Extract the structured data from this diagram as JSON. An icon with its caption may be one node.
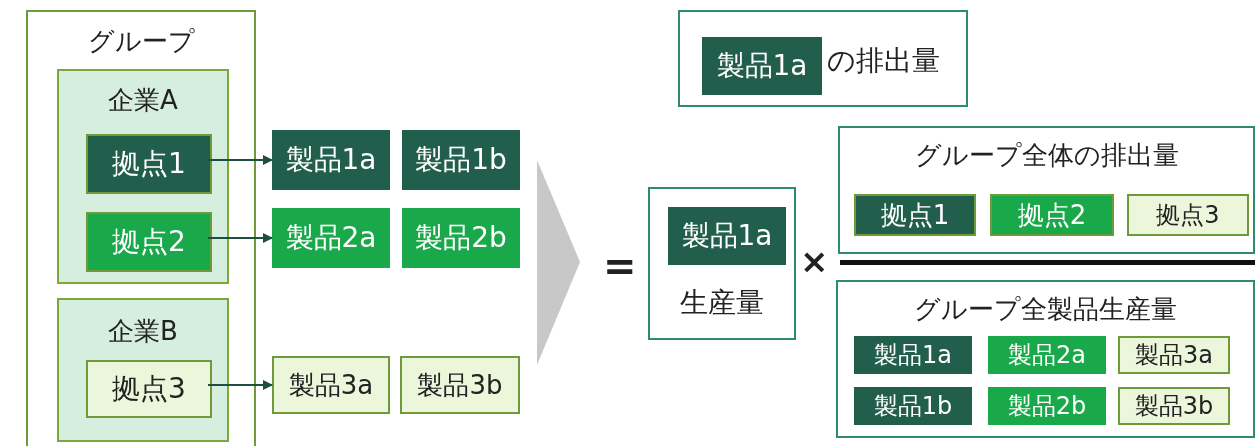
{
  "diagram": {
    "nodes": [
      {
        "text": [
          "グループ"
        ]
      },
      {
        "text": [
          "企業A"
        ],
        "in": 0
      },
      {
        "text": [
          "拠点1"
        ],
        "in": 1
      },
      {
        "text": [
          "拠点2"
        ],
        "in": 1
      },
      {
        "text": [
          "企業B"
        ],
        "in": 0
      },
      {
        "text": [
          "拠点3"
        ],
        "in": 4
      },
      {
        "text": [
          "製品1a"
        ]
      },
      {
        "text": [
          "製品1b"
        ]
      },
      {
        "text": [
          "製品2a"
        ]
      },
      {
        "text": [
          "製品2b"
        ]
      },
      {
        "text": [
          "製品3a"
        ]
      },
      {
        "text": [
          "製品3b"
        ]
      },
      {
        "text": [
          "の排出量"
        ]
      },
      {
        "text": [
          "製品1a"
        ],
        "in": 12
      },
      {
        "text": [
          "生産量"
        ]
      },
      {
        "text": [
          "製品1a"
        ],
        "in": 14
      },
      {
        "text": [
          "グループ全体の排出量"
        ]
      },
      {
        "text": [
          "拠点1"
        ],
        "in": 16
      },
      {
        "text": [
          "拠点2"
        ],
        "in": 16
      },
      {
        "text": [
          "拠点3"
        ],
        "in": 16
      },
      {
        "text": [
          "グループ全製品生産量"
        ]
      },
      {
        "text": [
          "製品1a"
        ],
        "in": 20
      },
      {
        "text": [
          "製品2a"
        ],
        "in": 20
      },
      {
        "text": [
          "製品3a"
        ],
        "in": 20
      },
      {
        "text": [
          "製品1b"
        ],
        "in": 20
      },
      {
        "text": [
          "製品2b"
        ],
        "in": 20
      },
      {
        "text": [
          "製品3b"
        ],
        "in": 20
      }
    ],
    "edges": [
      {
        "from": 2,
        "to": 6,
        "arrow": "to"
      },
      {
        "from": 3,
        "to": 8,
        "arrow": "to"
      },
      {
        "from": 5,
        "to": 10,
        "arrow": "to"
      }
    ],
    "labels": [
      "=",
      "×"
    ]
  }
}
